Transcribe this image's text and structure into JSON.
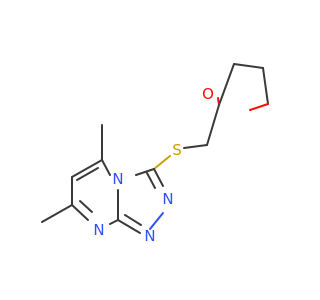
{
  "molecule": {
    "atoms": [
      {
        "id": "S",
        "label": "S",
        "color": "#c8a000"
      },
      {
        "id": "O",
        "label": "O",
        "color": "#ff0d0d"
      },
      {
        "id": "N4",
        "label": "N",
        "color": "#3050f8"
      },
      {
        "id": "N1",
        "label": "N",
        "color": "#3050f8"
      },
      {
        "id": "N2",
        "label": "N",
        "color": "#3050f8"
      },
      {
        "id": "N8",
        "label": "N",
        "color": "#3050f8"
      }
    ],
    "colors": {
      "carbon_bond": "#3a3a3a",
      "nitrogen": "#3050f8",
      "oxygen": "#ff0d0d",
      "sulfur": "#c8a000"
    }
  }
}
